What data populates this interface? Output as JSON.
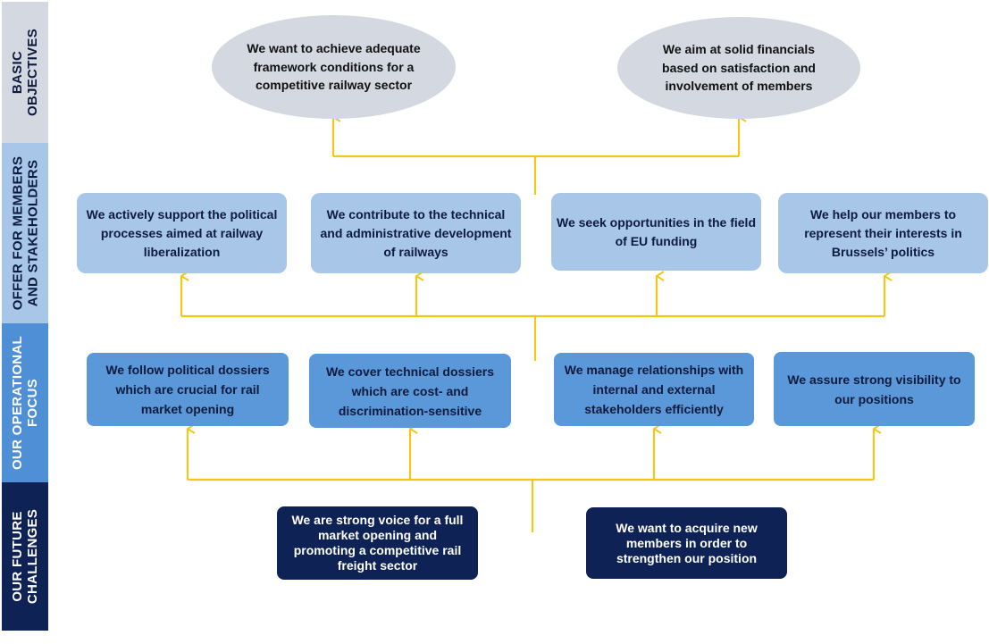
{
  "bands": [
    {
      "label": "BASIC\nOBJECTIVES"
    },
    {
      "label": "OFFER FOR MEMBERS\nAND STAKEHOLDERS"
    },
    {
      "label": "OUR OPERATIONAL\nFOCUS"
    },
    {
      "label": "OUR FUTURE\nCHALLENGES"
    }
  ],
  "objectives": [
    {
      "text": "We want to achieve adequate framework conditions for a competitive railway sector"
    },
    {
      "text": "We aim at solid financials based on satisfaction and involvement of members"
    }
  ],
  "offers": [
    {
      "text": "We actively support the political processes aimed at railway liberalization"
    },
    {
      "text": "We contribute to the technical and administrative development of railways"
    },
    {
      "text": "We seek opportunities in the field of EU funding"
    },
    {
      "text": "We help our members to represent their interests in Brussels’ politics"
    }
  ],
  "focus": [
    {
      "text": "We follow political dossiers which are crucial for rail market opening"
    },
    {
      "text": "We cover technical dossiers which are cost- and discrimination-sensitive"
    },
    {
      "text": "We manage relationships with internal and external stakeholders efficiently"
    },
    {
      "text": "We assure strong visibility to our positions"
    }
  ],
  "challenges": [
    {
      "text": "We are strong voice for a full market opening and promoting a competitive rail freight sector"
    },
    {
      "text": "We want to acquire new members in order to strengthen our position"
    }
  ],
  "colors": {
    "connector": "#f5c518",
    "band_objectives": "#d3d8e1",
    "band_offer": "#a8c6e8",
    "band_focus": "#4f8fd6",
    "band_challenges": "#0e2255"
  }
}
